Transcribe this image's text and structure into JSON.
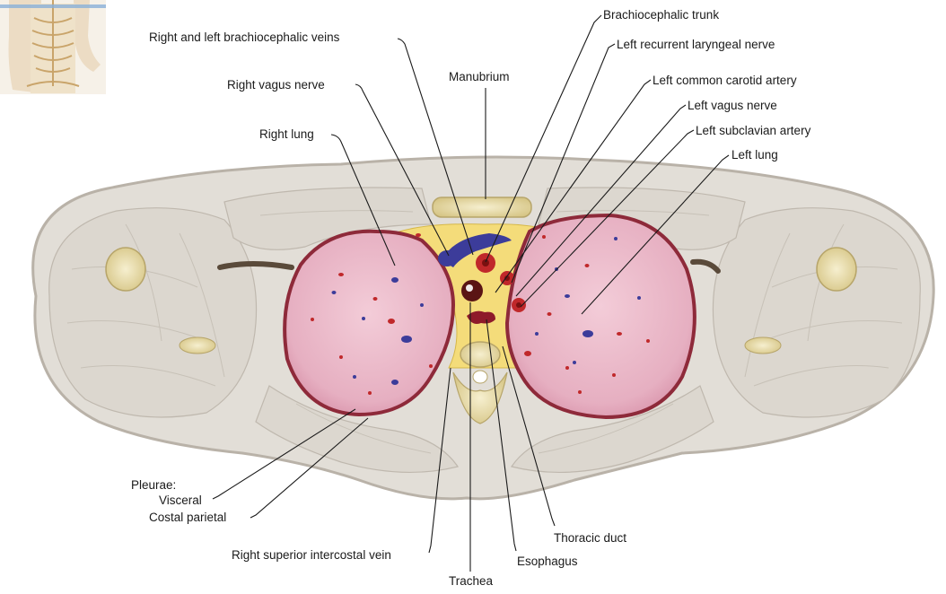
{
  "labels": {
    "brachiocephalic_trunk": "Brachiocephalic trunk",
    "brachiocephalic_veins": "Right and left brachiocephalic veins",
    "left_recurrent_laryngeal_nerve": "Left recurrent laryngeal nerve",
    "manubrium": "Manubrium",
    "right_vagus_nerve": "Right vagus nerve",
    "left_common_carotid_artery": "Left common carotid artery",
    "left_vagus_nerve": "Left vagus nerve",
    "right_lung": "Right lung",
    "left_subclavian_artery": "Left subclavian artery",
    "left_lung": "Left lung",
    "pleurae": "Pleurae:",
    "visceral": "Visceral",
    "costal_parietal": "Costal parietal",
    "right_superior_intercostal_vein": "Right superior intercostal vein",
    "thoracic_duct": "Thoracic duct",
    "esophagus": "Esophagus",
    "trachea": "Trachea"
  },
  "colors": {
    "body_outline": "#b9b2a8",
    "muscle": "#dedad3",
    "muscle_light": "#ebe8e2",
    "bone": "#efe4b8",
    "bone_dark": "#c9b877",
    "lung_fill": "#e9b8c8",
    "lung_rim": "#8e2a3a",
    "mediastinum": "#f4dc7a",
    "vein_blue": "#3c3c9a",
    "artery_red": "#c0282a",
    "trachea": "#5a1414",
    "leader": "#1a1a1a"
  }
}
